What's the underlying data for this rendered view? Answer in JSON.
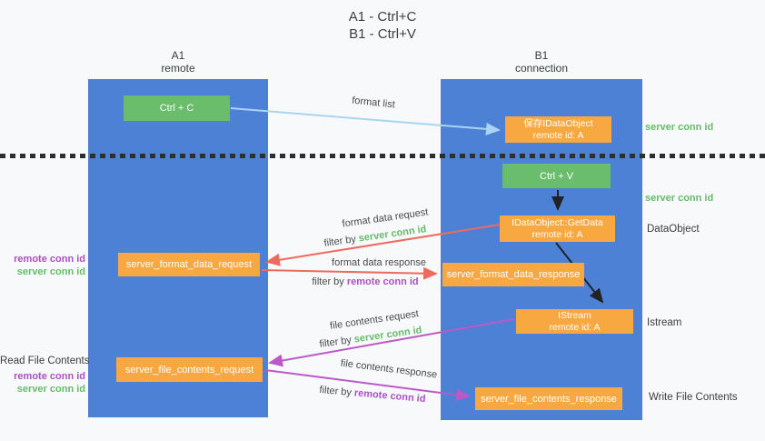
{
  "title": {
    "line1": "A1 - Ctrl+C",
    "line2": "B1 - Ctrl+V"
  },
  "colors": {
    "lane_blue": "#4c81d6",
    "box_green": "#6abd6c",
    "box_orange": "#f7a840",
    "text_green": "#66bb6a",
    "text_purple": "#ab4fc4",
    "arrow_red": "#ee6a5f",
    "arrow_purple": "#bb59c9",
    "arrow_light_blue": "#a9d5f2",
    "arrow_black": "#222222"
  },
  "lanes": {
    "a1": {
      "title": "A1",
      "subtitle": "remote"
    },
    "b1": {
      "title": "B1",
      "subtitle": "connection"
    }
  },
  "boxes": {
    "ctrl_c": {
      "label": "Ctrl + C"
    },
    "save_idataobject": {
      "line1": "保存IDataObject",
      "line2": "remote id: A"
    },
    "ctrl_v": {
      "label": "Ctrl + V"
    },
    "getdata": {
      "line1": "IDataObject::GetData",
      "line2": "remote id: A"
    },
    "format_request": {
      "label": "server_format_data_request"
    },
    "format_response": {
      "label": "server_format_data_response"
    },
    "istream": {
      "line1": "IStream",
      "line2": "remote id: A"
    },
    "file_request": {
      "label": "server_file_contents_request"
    },
    "file_response": {
      "label": "server_file_contents_response"
    }
  },
  "flow_labels": {
    "format_list": "format list",
    "format_data_request": "format data request",
    "format_data_response": "format data response",
    "file_contents_request": "file contents request",
    "file_contents_response": "file contents response",
    "filter_by": "filter by",
    "server_conn_id": "server conn id",
    "remote_conn_id": "remote conn id"
  },
  "left_labels": {
    "remote_conn_id_top": "remote conn id",
    "server_conn_id_top": "server conn id",
    "read_file_contents": "Read File Contents",
    "remote_conn_id_bottom": "remote conn id",
    "server_conn_id_bottom": "server conn id"
  },
  "right_labels": {
    "server_conn_id_top": "server conn id",
    "server_conn_id_mid": "server conn id",
    "dataobject": "DataObject",
    "istream": "Istream",
    "write_file_contents": "Write File Contents"
  }
}
